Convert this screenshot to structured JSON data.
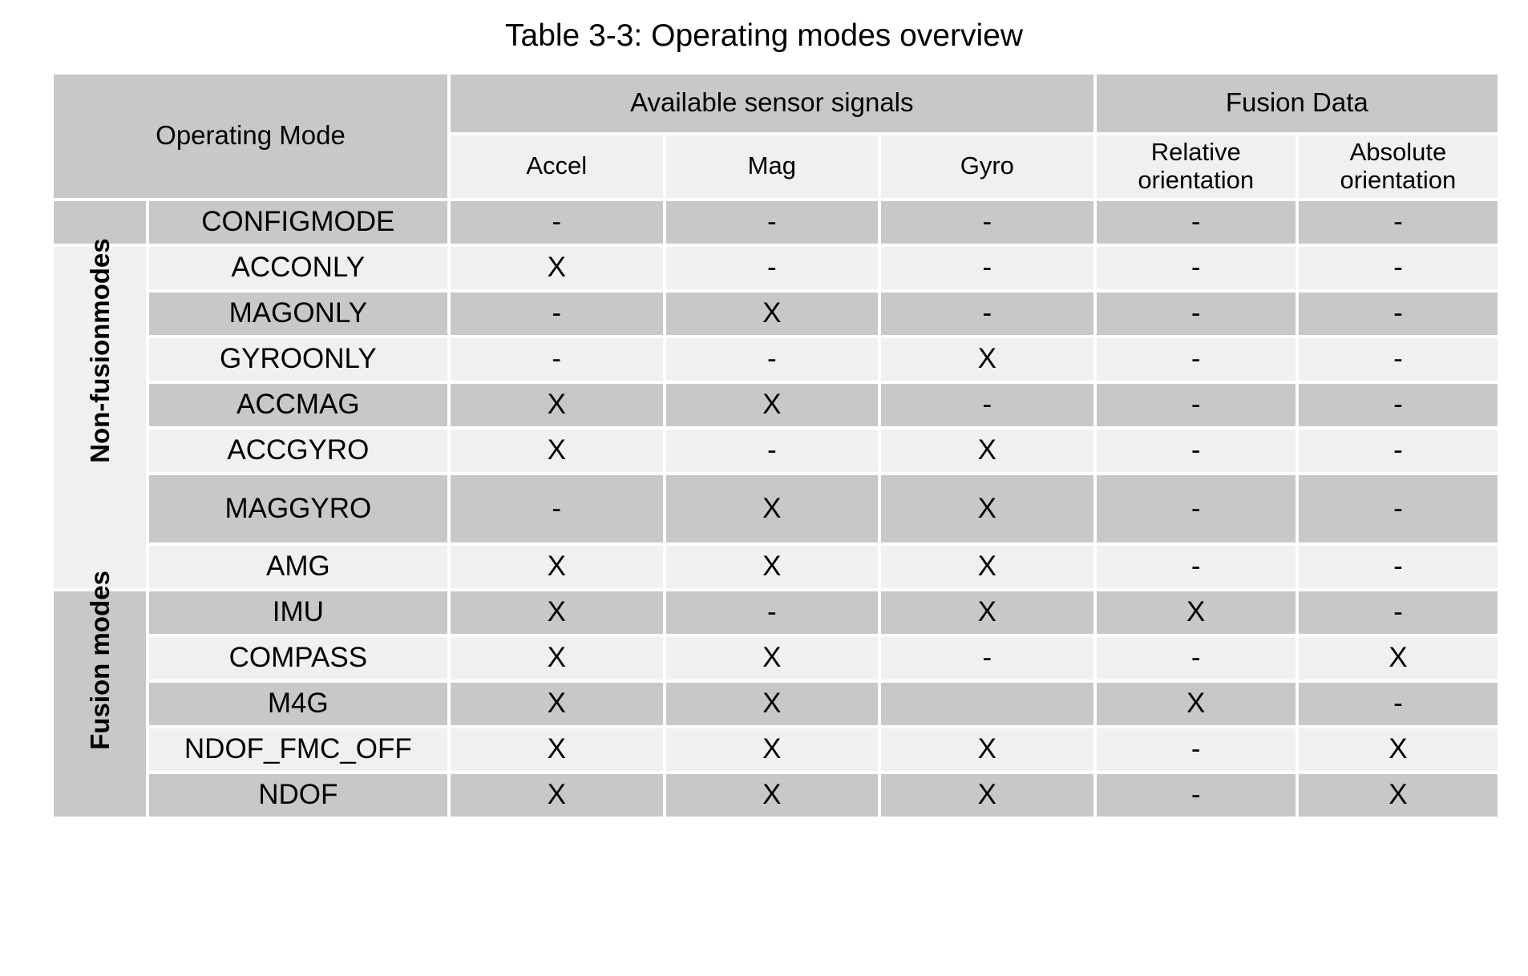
{
  "caption": "Table 3-3: Operating modes overview",
  "header": {
    "operating_mode": "Operating Mode",
    "group_sensor_signals": "Available sensor signals",
    "group_fusion_data": "Fusion Data",
    "sub": {
      "accel": "Accel",
      "mag": "Mag",
      "gyro": "Gyro",
      "relative_orientation_line1": "Relative",
      "relative_orientation_line2": "orientation",
      "absolute_orientation_line1": "Absolute",
      "absolute_orientation_line2": "orientation"
    }
  },
  "side_labels": {
    "non_fusion": "Non-fusionmodes",
    "fusion": "Fusion modes"
  },
  "colors": {
    "row_dark": "#c8c8c8",
    "row_light": "#f0f0f0",
    "page_bg": "#ffffff",
    "text": "#000000"
  },
  "columns": [
    "Operating Mode",
    "Accel",
    "Mag",
    "Gyro",
    "Relative orientation",
    "Absolute orientation"
  ],
  "rows": [
    {
      "mode": "CONFIGMODE",
      "group": "",
      "accel": "-",
      "mag": "-",
      "gyro": "-",
      "relative": "-",
      "absolute": "-"
    },
    {
      "mode": "ACCONLY",
      "group": "non-fusion",
      "accel": "X",
      "mag": "-",
      "gyro": "-",
      "relative": "-",
      "absolute": "-"
    },
    {
      "mode": "MAGONLY",
      "group": "non-fusion",
      "accel": "-",
      "mag": "X",
      "gyro": "-",
      "relative": "-",
      "absolute": "-"
    },
    {
      "mode": "GYROONLY",
      "group": "non-fusion",
      "accel": "-",
      "mag": "-",
      "gyro": "X",
      "relative": "-",
      "absolute": "-"
    },
    {
      "mode": "ACCMAG",
      "group": "non-fusion",
      "accel": "X",
      "mag": "X",
      "gyro": "-",
      "relative": "-",
      "absolute": "-"
    },
    {
      "mode": "ACCGYRO",
      "group": "non-fusion",
      "accel": "X",
      "mag": "-",
      "gyro": "X",
      "relative": "-",
      "absolute": "-"
    },
    {
      "mode": "MAGGYRO",
      "group": "non-fusion",
      "accel": "-",
      "mag": "X",
      "gyro": "X",
      "relative": "-",
      "absolute": "-"
    },
    {
      "mode": "AMG",
      "group": "non-fusion",
      "accel": "X",
      "mag": "X",
      "gyro": "X",
      "relative": "-",
      "absolute": "-"
    },
    {
      "mode": "IMU",
      "group": "fusion",
      "accel": "X",
      "mag": "-",
      "gyro": "X",
      "relative": "X",
      "absolute": "-"
    },
    {
      "mode": "COMPASS",
      "group": "fusion",
      "accel": "X",
      "mag": "X",
      "gyro": "-",
      "relative": "-",
      "absolute": "X"
    },
    {
      "mode": "M4G",
      "group": "fusion",
      "accel": "X",
      "mag": "X",
      "gyro": "",
      "relative": "X",
      "absolute": "-"
    },
    {
      "mode": "NDOF_FMC_OFF",
      "group": "fusion",
      "accel": "X",
      "mag": "X",
      "gyro": "X",
      "relative": "-",
      "absolute": "X"
    },
    {
      "mode": "NDOF",
      "group": "fusion",
      "accel": "X",
      "mag": "X",
      "gyro": "X",
      "relative": "-",
      "absolute": "X"
    }
  ]
}
